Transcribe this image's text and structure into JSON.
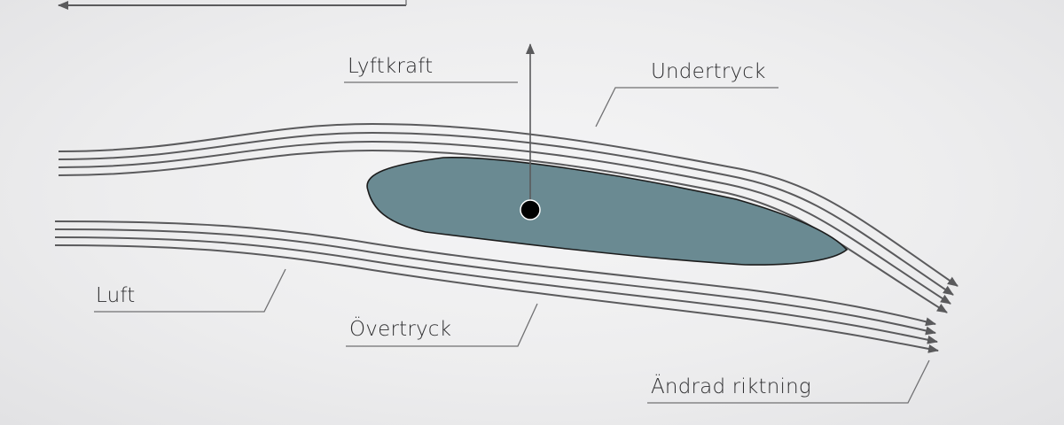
{
  "labels": {
    "lift": "Lyftkraft",
    "low_pressure": "Undertryck",
    "air": "Luft",
    "high_pressure": "Övertryck",
    "changed_direction": "Ändrad riktning"
  },
  "colors": {
    "airfoil_fill": "#6a8a92",
    "airfoil_stroke": "#1c1c1c",
    "flow_lines": "#5a5a5c",
    "leader_lines": "#707072",
    "text": "#2e2e30",
    "center_dot": "#000000"
  }
}
